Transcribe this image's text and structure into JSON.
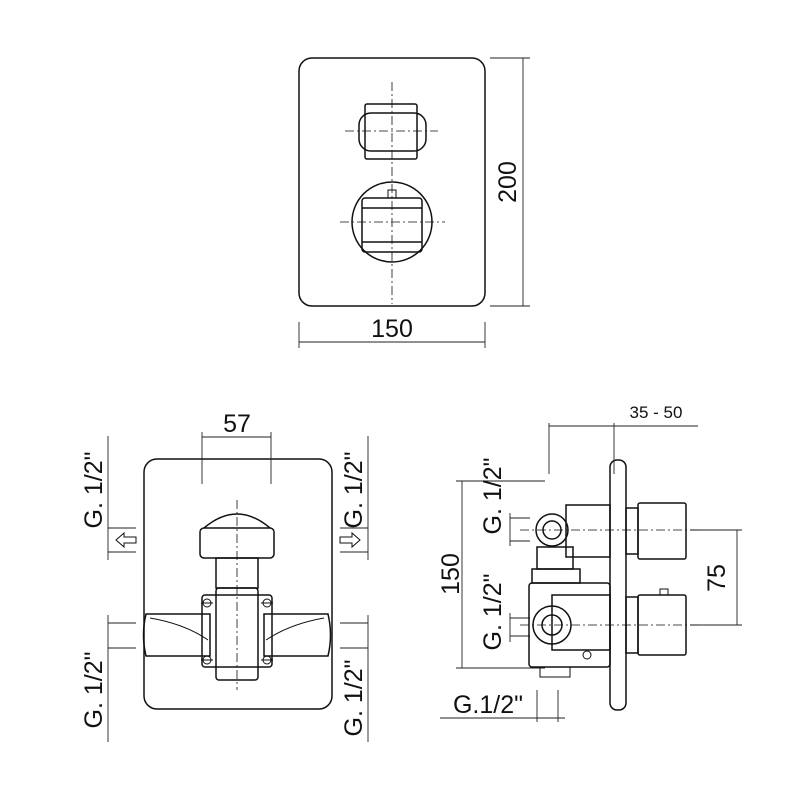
{
  "front_view": {
    "height_label": "200",
    "width_label": "150"
  },
  "back_view": {
    "spacing_label": "57",
    "port_top_left": "G. 1/2\"",
    "port_top_right": "G. 1/2\"",
    "port_bottom_left": "G. 1/2\"",
    "port_bottom_right": "G. 1/2\""
  },
  "side_view": {
    "depth_range_label": "35 - 50",
    "height_label": "150",
    "outlet_spacing_label": "75",
    "port_upper": "G. 1/2\"",
    "port_lower": "G. 1/2\"",
    "port_bottom": "G.1/2\""
  }
}
